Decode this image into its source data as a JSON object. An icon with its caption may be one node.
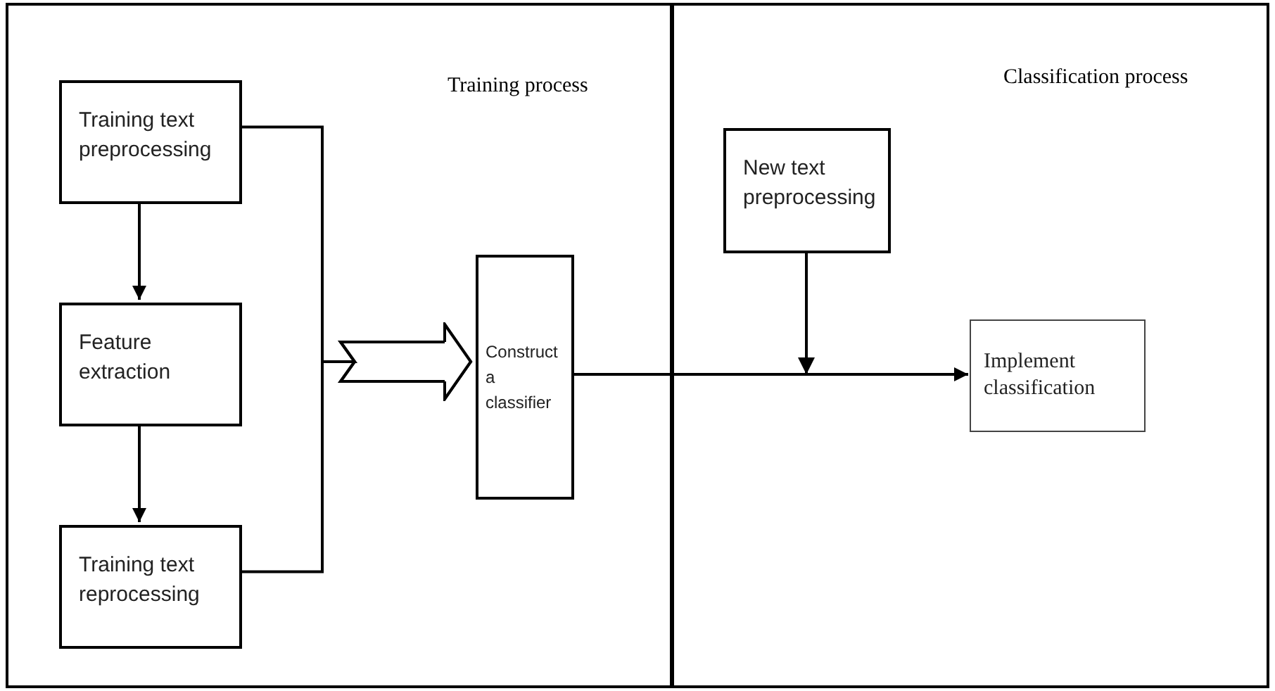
{
  "diagram": {
    "nodes": [
      {
        "text": [
          "Training process"
        ]
      },
      {
        "text": [
          "Classification process"
        ]
      },
      {
        "text": [
          "Training text preprocessing"
        ],
        "in": 0
      },
      {
        "text": [
          "Feature extraction"
        ],
        "in": 0
      },
      {
        "text": [
          "Training text reprocessing"
        ],
        "in": 0
      },
      {
        "text": [
          "Construct a classifier"
        ],
        "in": 0
      },
      {
        "text": [
          "New text preprocessing"
        ],
        "in": 1
      },
      {
        "text": [
          "Implement classification"
        ],
        "in": 1
      }
    ],
    "edges": [
      {
        "from": 2,
        "to": 3,
        "arrow": "to"
      },
      {
        "from": 3,
        "to": 4,
        "arrow": "to"
      },
      {
        "from": 2,
        "to": 5,
        "arrow": "to"
      },
      {
        "from": 4,
        "to": 5,
        "arrow": "to"
      },
      {
        "from": 5,
        "to": 7,
        "arrow": "to"
      },
      {
        "from": 6,
        "to": 7,
        "arrow": "to"
      }
    ]
  }
}
